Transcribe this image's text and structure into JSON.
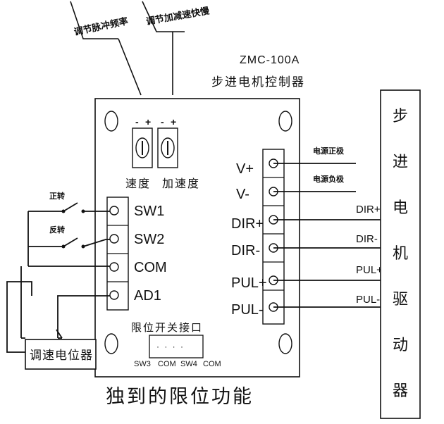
{
  "annotations": {
    "pulse_freq": "调节脉冲频率",
    "accel": "调节加减速快慢"
  },
  "header": {
    "model": "ZMC-100A",
    "title": "步进电机控制器"
  },
  "pots": {
    "speed_minus": "-",
    "speed_plus": "+",
    "accel_minus": "-",
    "accel_plus": "+",
    "speed_label": "速度",
    "accel_label": "加速度"
  },
  "left_terminals": [
    "SW1",
    "SW2",
    "COM",
    "AD1"
  ],
  "switches": {
    "forward": "正转",
    "reverse": "反转"
  },
  "potentiometer_box": "调速电位器",
  "right_terminals": [
    "V+",
    "V-",
    "DIR+",
    "DIR-",
    "PUL+",
    "PUL-"
  ],
  "power_labels": {
    "positive": "电源正极",
    "negative": "电源负极"
  },
  "driver_wires": [
    "DIR+",
    "DIR-",
    "PUL+",
    "PUL-"
  ],
  "driver_label": [
    "步",
    "进",
    "电",
    "机",
    "驱",
    "动",
    "器"
  ],
  "limit": {
    "title": "限位开关接口",
    "dots": "· · · ·",
    "pins": [
      "SW3",
      "COM",
      "SW4",
      "COM"
    ]
  },
  "footer": "独到的限位功能",
  "colors": {
    "footer_green": "#22a36a",
    "line": "#111111"
  }
}
